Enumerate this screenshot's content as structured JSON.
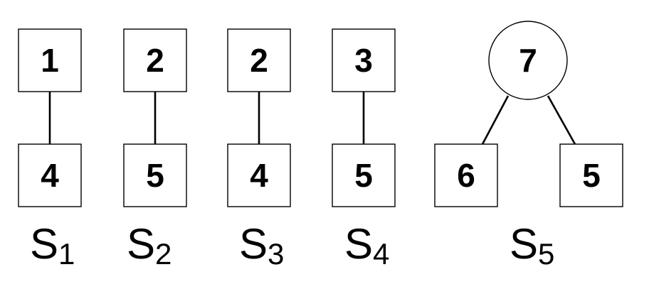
{
  "diagram": {
    "groups": [
      {
        "id": "s1",
        "label": "S",
        "subscript": "1",
        "nodes": [
          {
            "id": "a",
            "value": "1",
            "shape": "square"
          },
          {
            "id": "b",
            "value": "4",
            "shape": "square"
          }
        ],
        "edges": [
          [
            "a",
            "b"
          ]
        ]
      },
      {
        "id": "s2",
        "label": "S",
        "subscript": "2",
        "nodes": [
          {
            "id": "a",
            "value": "2",
            "shape": "square"
          },
          {
            "id": "b",
            "value": "5",
            "shape": "square"
          }
        ],
        "edges": [
          [
            "a",
            "b"
          ]
        ]
      },
      {
        "id": "s3",
        "label": "S",
        "subscript": "3",
        "nodes": [
          {
            "id": "a",
            "value": "2",
            "shape": "square"
          },
          {
            "id": "b",
            "value": "4",
            "shape": "square"
          }
        ],
        "edges": [
          [
            "a",
            "b"
          ]
        ]
      },
      {
        "id": "s4",
        "label": "S",
        "subscript": "4",
        "nodes": [
          {
            "id": "a",
            "value": "3",
            "shape": "square"
          },
          {
            "id": "b",
            "value": "5",
            "shape": "square"
          }
        ],
        "edges": [
          [
            "a",
            "b"
          ]
        ]
      },
      {
        "id": "s5",
        "label": "S",
        "subscript": "5",
        "nodes": [
          {
            "id": "a",
            "value": "7",
            "shape": "circle"
          },
          {
            "id": "b",
            "value": "6",
            "shape": "square"
          },
          {
            "id": "c",
            "value": "5",
            "shape": "square"
          }
        ],
        "edges": [
          [
            "a",
            "b"
          ],
          [
            "a",
            "c"
          ]
        ]
      }
    ]
  }
}
